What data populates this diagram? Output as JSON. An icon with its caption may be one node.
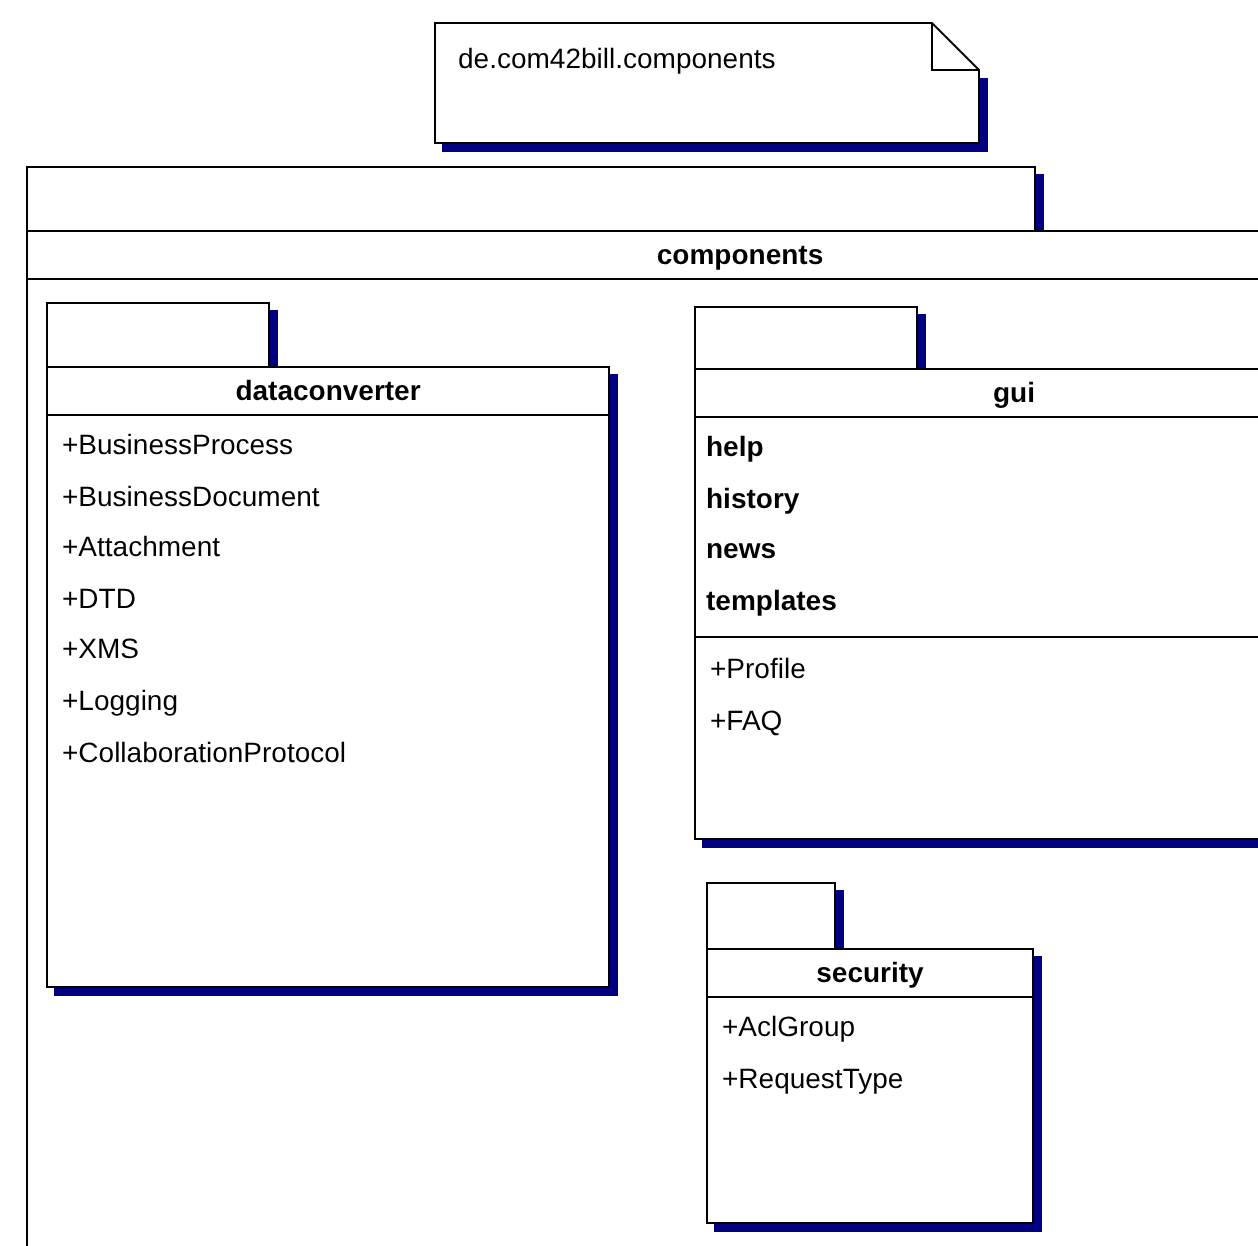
{
  "diagram": {
    "nodes": [
      {
        "text": [
          "de.com42bill.components"
        ]
      },
      {
        "text": [
          "components"
        ]
      },
      {
        "text": [
          "dataconverter",
          "+BusinessProcess",
          "+BusinessDocument",
          "+Attachment",
          "+DTD",
          "+XMS",
          "+Logging",
          "+CollaborationProtocol"
        ],
        "in": 1
      },
      {
        "text": [
          "gui",
          "help",
          "history",
          "news",
          "templates",
          "+Profile",
          "+FAQ"
        ],
        "in": 1
      },
      {
        "text": [
          "security",
          "+AclGroup",
          "+RequestType"
        ],
        "in": 1
      }
    ]
  }
}
